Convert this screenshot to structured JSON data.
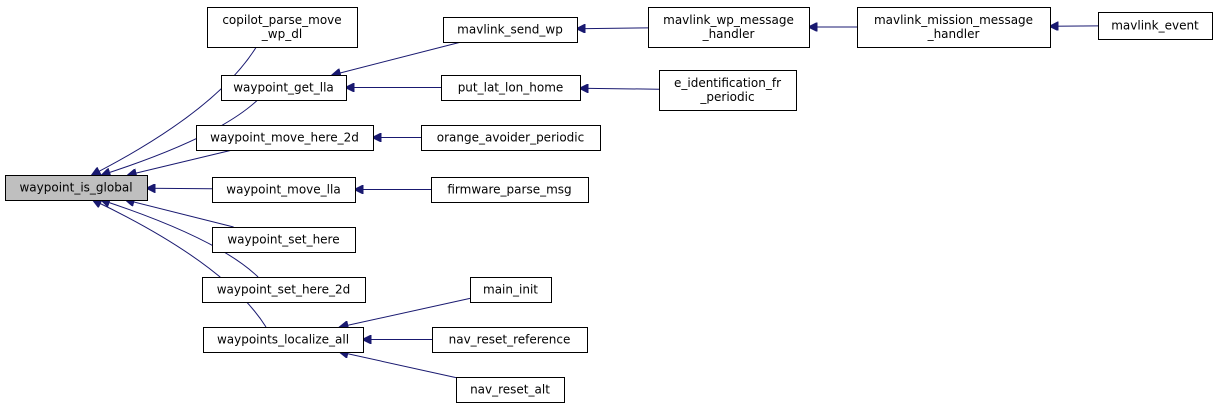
{
  "graph": {
    "type": "caller-graph",
    "colors": {
      "edge": "#191970",
      "root_fill": "#bfbfbf",
      "node_fill": "#ffffff",
      "border": "#000000"
    },
    "nodes": [
      {
        "id": "waypoint_is_global",
        "lines": [
          "waypoint_is_global"
        ],
        "root": true
      },
      {
        "id": "copilot_parse_move_wp_dl",
        "lines": [
          "copilot_parse_move",
          "_wp_dl"
        ]
      },
      {
        "id": "waypoint_get_lla",
        "lines": [
          "waypoint_get_lla"
        ]
      },
      {
        "id": "waypoint_move_here_2d",
        "lines": [
          "waypoint_move_here_2d"
        ]
      },
      {
        "id": "waypoint_move_lla",
        "lines": [
          "waypoint_move_lla"
        ]
      },
      {
        "id": "waypoint_set_here",
        "lines": [
          "waypoint_set_here"
        ]
      },
      {
        "id": "waypoint_set_here_2d",
        "lines": [
          "waypoint_set_here_2d"
        ]
      },
      {
        "id": "waypoints_localize_all",
        "lines": [
          "waypoints_localize_all"
        ]
      },
      {
        "id": "mavlink_send_wp",
        "lines": [
          "mavlink_send_wp"
        ]
      },
      {
        "id": "put_lat_lon_home",
        "lines": [
          "put_lat_lon_home"
        ]
      },
      {
        "id": "orange_avoider_periodic",
        "lines": [
          "orange_avoider_periodic"
        ]
      },
      {
        "id": "firmware_parse_msg",
        "lines": [
          "firmware_parse_msg"
        ]
      },
      {
        "id": "main_init",
        "lines": [
          "main_init"
        ]
      },
      {
        "id": "nav_reset_reference",
        "lines": [
          "nav_reset_reference"
        ]
      },
      {
        "id": "nav_reset_alt",
        "lines": [
          "nav_reset_alt"
        ]
      },
      {
        "id": "mavlink_wp_message_handler",
        "lines": [
          "mavlink_wp_message",
          "_handler"
        ]
      },
      {
        "id": "e_identification_fr_periodic",
        "lines": [
          "e_identification_fr",
          "_periodic"
        ]
      },
      {
        "id": "mavlink_mission_message_handler",
        "lines": [
          "mavlink_mission_message",
          "_handler"
        ]
      },
      {
        "id": "mavlink_event",
        "lines": [
          "mavlink_event"
        ]
      }
    ],
    "edges": [
      {
        "from": "copilot_parse_move_wp_dl",
        "to": "waypoint_is_global"
      },
      {
        "from": "waypoint_get_lla",
        "to": "waypoint_is_global"
      },
      {
        "from": "waypoint_move_here_2d",
        "to": "waypoint_is_global"
      },
      {
        "from": "waypoint_move_lla",
        "to": "waypoint_is_global"
      },
      {
        "from": "waypoint_set_here",
        "to": "waypoint_is_global"
      },
      {
        "from": "waypoint_set_here_2d",
        "to": "waypoint_is_global"
      },
      {
        "from": "waypoints_localize_all",
        "to": "waypoint_is_global"
      },
      {
        "from": "mavlink_send_wp",
        "to": "waypoint_get_lla"
      },
      {
        "from": "put_lat_lon_home",
        "to": "waypoint_get_lla"
      },
      {
        "from": "orange_avoider_periodic",
        "to": "waypoint_move_here_2d"
      },
      {
        "from": "firmware_parse_msg",
        "to": "waypoint_move_lla"
      },
      {
        "from": "main_init",
        "to": "waypoints_localize_all"
      },
      {
        "from": "nav_reset_reference",
        "to": "waypoints_localize_all"
      },
      {
        "from": "nav_reset_alt",
        "to": "waypoints_localize_all"
      },
      {
        "from": "mavlink_wp_message_handler",
        "to": "mavlink_send_wp"
      },
      {
        "from": "e_identification_fr_periodic",
        "to": "put_lat_lon_home"
      },
      {
        "from": "mavlink_mission_message_handler",
        "to": "mavlink_wp_message_handler"
      },
      {
        "from": "mavlink_event",
        "to": "mavlink_mission_message_handler"
      }
    ]
  }
}
